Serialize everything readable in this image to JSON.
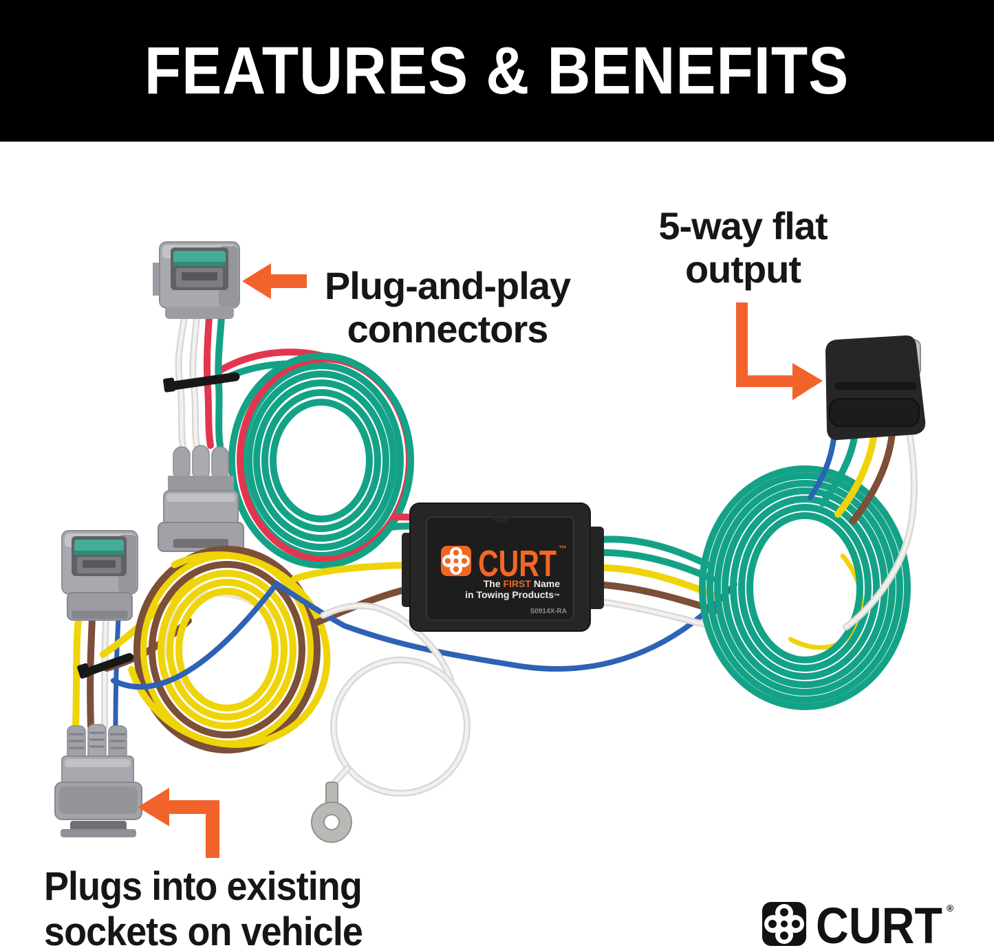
{
  "header": {
    "title": "FEATURES & BENEFITS"
  },
  "callouts": {
    "plug_and_play": {
      "line1": "Plug-and-play",
      "line2": "connectors"
    },
    "five_way": {
      "line1": "5-way flat",
      "line2": "output"
    },
    "plugs_into": {
      "line1": "Plugs into existing",
      "line2": "sockets on vehicle"
    }
  },
  "curt_box": {
    "brand": "CURT",
    "brand_tm": "™",
    "tagline_the": "The ",
    "tagline_first": "FIRST",
    "tagline_name": " Name",
    "tagline_line2": "in Towing Products",
    "tagline_line2_tm": "™",
    "part_number": "S0914X-RA"
  },
  "footer_logo": {
    "brand": "CURT",
    "registered": "®"
  },
  "icons": {
    "arrow_plug": "arrow-left-icon",
    "arrow_5way": "arrow-elbow-right-icon",
    "arrow_sockets": "arrow-elbow-left-icon",
    "curt_clover": "curt-clover-logo-icon"
  },
  "colors": {
    "header_black": "#000000",
    "accent_orange": "#F2632C",
    "curt_orange": "#F26722",
    "wire_green": "#14A287",
    "wire_red": "#E3364E",
    "wire_yellow": "#EFD409",
    "wire_brown": "#7C4F38",
    "wire_blue": "#2E62B5",
    "wire_white": "#F0EFEB",
    "connector_gray": "#A7A9AE",
    "box_black": "#262626",
    "text_black": "#161616"
  }
}
